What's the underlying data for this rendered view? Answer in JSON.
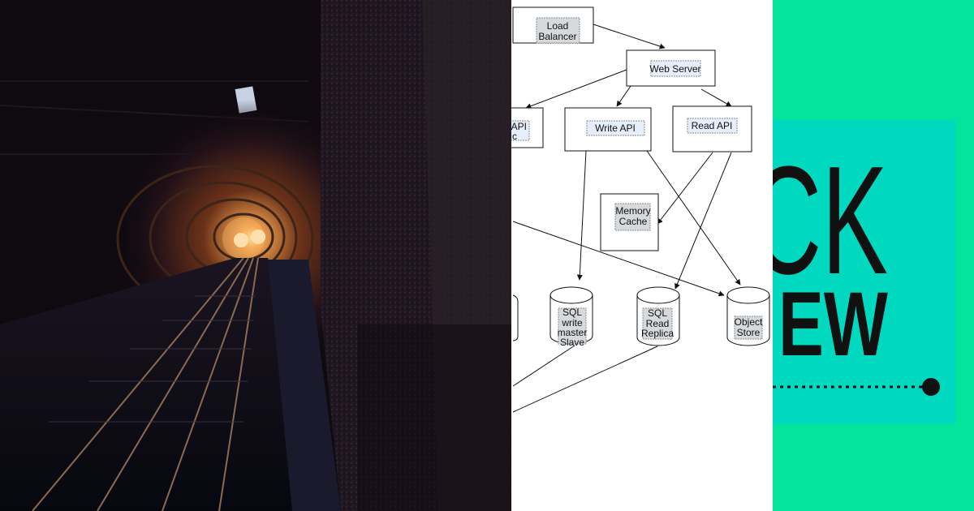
{
  "diagram": {
    "nodes": {
      "load_balancer": [
        "Load",
        "Balancer"
      ],
      "web_server": "Web Server",
      "partial_api": [
        "API",
        "c"
      ],
      "write_api": "Write API",
      "read_api": "Read API",
      "memory_cache": [
        "Memory",
        "Cache"
      ],
      "sql_write_master": [
        "SQL",
        "write",
        "master",
        "Slave"
      ],
      "sql_read_replica": [
        "SQL",
        "Read",
        "Replica"
      ],
      "object_store": [
        "Object",
        "Store"
      ]
    }
  },
  "brand": {
    "text_top": "CK",
    "text_bottom": "EW"
  },
  "colors": {
    "brand_green": "#06e39b",
    "brand_teal": "#00d8c0",
    "tunnel_light": "#ffbf6a",
    "label_fill_blue": "#e6eefc",
    "label_fill_gray": "#d6dadd"
  }
}
